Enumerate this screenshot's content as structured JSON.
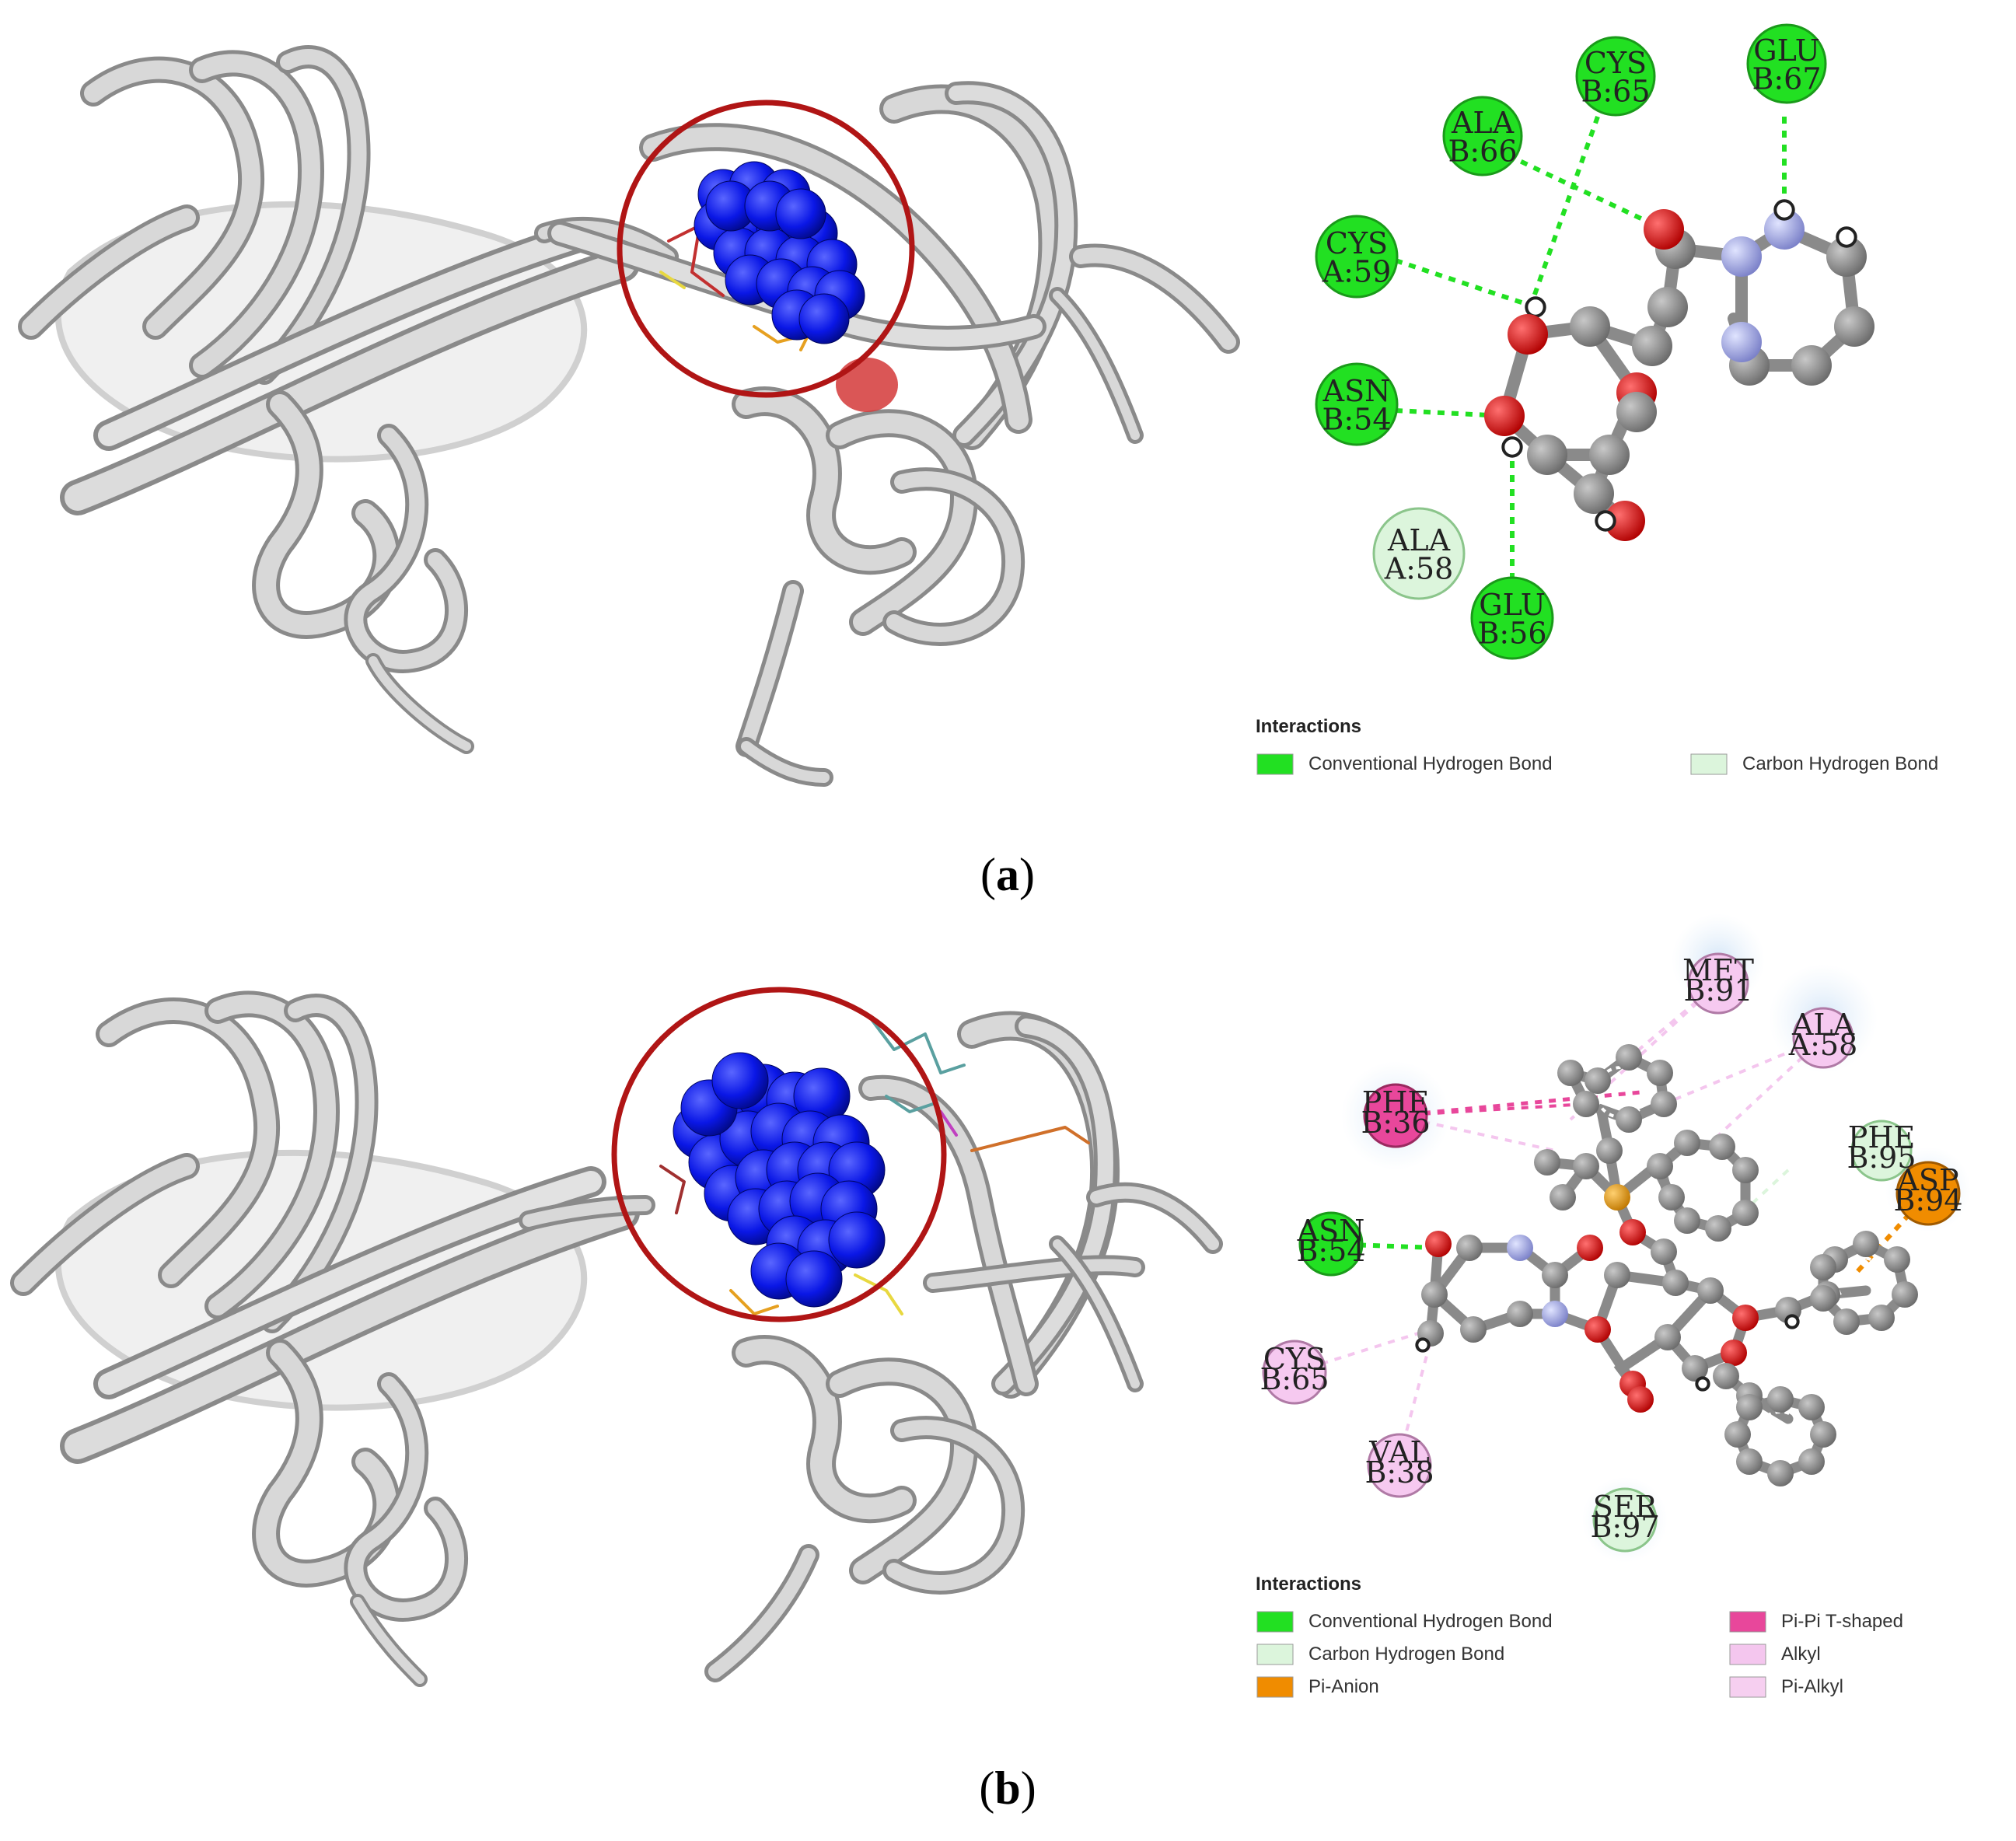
{
  "panels": [
    {
      "id": "a",
      "caption_label": "a",
      "residues": [
        {
          "name": "CYS",
          "num": "B:65",
          "type": "conv"
        },
        {
          "name": "GLU",
          "num": "B:67",
          "type": "conv"
        },
        {
          "name": "ALA",
          "num": "B:66",
          "type": "conv"
        },
        {
          "name": "CYS",
          "num": "A:59",
          "type": "conv"
        },
        {
          "name": "ASN",
          "num": "B:54",
          "type": "conv"
        },
        {
          "name": "ALA",
          "num": "A:58",
          "type": "carbon"
        },
        {
          "name": "GLU",
          "num": "B:56",
          "type": "conv"
        }
      ],
      "legend": {
        "title": "Interactions",
        "items": [
          {
            "label": "Conventional Hydrogen Bond",
            "color": "#22e022"
          },
          {
            "label": "Carbon Hydrogen Bond",
            "color": "#dcf5dc"
          }
        ]
      }
    },
    {
      "id": "b",
      "caption_label": "b",
      "residues": [
        {
          "name": "MET",
          "num": "B:91",
          "type": "alkyl"
        },
        {
          "name": "ALA",
          "num": "A:58",
          "type": "alkyl"
        },
        {
          "name": "PHE",
          "num": "B:36",
          "type": "pipi"
        },
        {
          "name": "PHE",
          "num": "B:95",
          "type": "carbon"
        },
        {
          "name": "ASP",
          "num": "B:94",
          "type": "anion"
        },
        {
          "name": "ASN",
          "num": "B:54",
          "type": "conv"
        },
        {
          "name": "CYS",
          "num": "B:65",
          "type": "alkyl"
        },
        {
          "name": "VAL",
          "num": "B:38",
          "type": "alkyl"
        },
        {
          "name": "SER",
          "num": "B:97",
          "type": "carbon"
        }
      ],
      "legend": {
        "title": "Interactions",
        "items": [
          {
            "label": "Conventional Hydrogen Bond",
            "color": "#22e022"
          },
          {
            "label": "Carbon Hydrogen Bond",
            "color": "#dcf5dc"
          },
          {
            "label": "Pi-Anion",
            "color": "#f08c00"
          },
          {
            "label": "Pi-Pi T-shaped",
            "color": "#e8479b"
          },
          {
            "label": "Alkyl",
            "color": "#f4c6ee"
          },
          {
            "label": "Pi-Alkyl",
            "color": "#f6cff0"
          }
        ]
      }
    }
  ],
  "colors": {
    "conv": "#22e022",
    "carbon": "#dcf5dc",
    "alkyl": "#f6c9f0",
    "pipi": "#e8479b",
    "anion": "#f08c00",
    "protein": "#c9c9c9",
    "ligand_sphere": "#0a17e6",
    "highlight_circle": "#b01515",
    "atom_c": "#8a8a8a",
    "atom_o": "#e01010",
    "atom_n": "#9aa0e8",
    "atom_p": "#e0a020"
  }
}
